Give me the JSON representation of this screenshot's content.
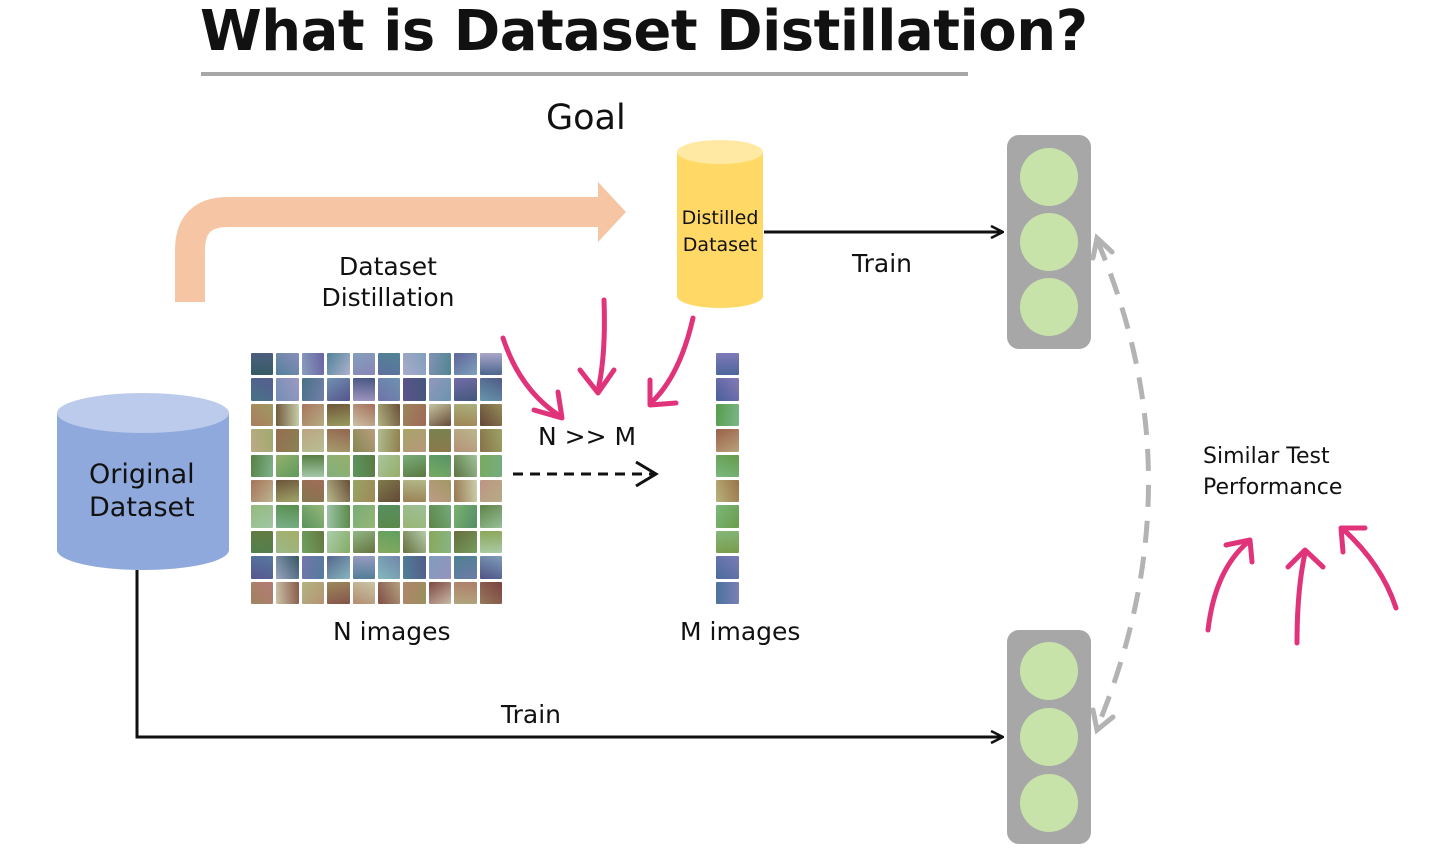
{
  "title": "What is Dataset Distillation?",
  "goal_label": "Goal",
  "original_dataset": {
    "line1": "Original",
    "line2": "Dataset",
    "color": "#8fa9dc"
  },
  "distilled_dataset": {
    "line1": "Distilled",
    "line2": "Dataset",
    "color": "#ffd866"
  },
  "process_label": {
    "line1": "Dataset",
    "line2": "Distillation"
  },
  "train_label_top": "Train",
  "train_label_bottom": "Train",
  "n_images_label": "N images",
  "m_images_label": "M images",
  "relation_label": "N >> M",
  "similar_label": {
    "line1": "Similar Test",
    "line2": "Performance"
  },
  "colors": {
    "big_arrow": "#f6c6a4",
    "emphasis_arrows": "#e0337a",
    "dashed_arc": "#b3b3b3",
    "model_body": "#a7a7a7",
    "model_circle": "#c7e3a9"
  },
  "icons": {
    "original_dataset": "database-cylinder-icon",
    "distilled_dataset": "database-cylinder-icon",
    "model_top": "traffic-light-model-icon",
    "model_bottom": "traffic-light-model-icon"
  }
}
